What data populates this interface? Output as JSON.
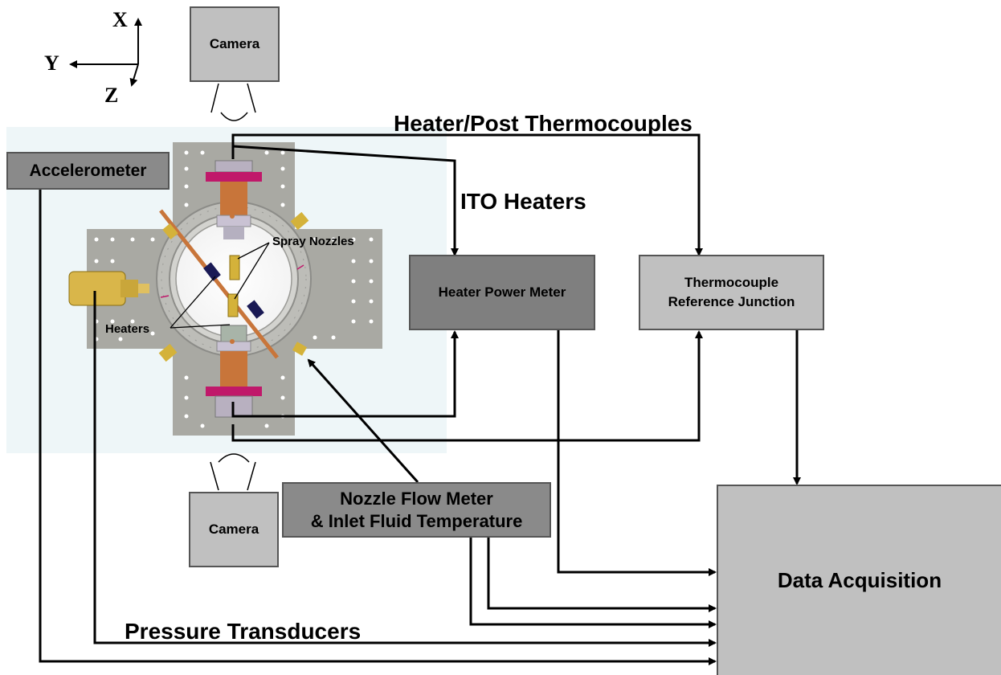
{
  "axes": {
    "x": "X",
    "y": "Y",
    "z": "Z"
  },
  "blocks": {
    "camera_top": "Camera",
    "camera_bottom": "Camera",
    "accelerometer": "Accelerometer",
    "heater_power_meter": "Heater Power Meter",
    "tc_ref_line1": "Thermocouple",
    "tc_ref_line2": "Reference Junction",
    "nozzle_line1": "Nozzle Flow Meter",
    "nozzle_line2": "& Inlet Fluid Temperature",
    "data_acquisition": "Data Acquisition"
  },
  "signals": {
    "heater_post_tc": "Heater/Post Thermocouples",
    "ito_heaters": "ITO Heaters",
    "pressure_transducers": "Pressure Transducers"
  },
  "callouts": {
    "spray_nozzles": "Spray Nozzles",
    "heaters": "Heaters"
  },
  "colors": {
    "plate": "#a9a9a3",
    "dark_box": "#7f7f7f",
    "light_box": "#c0c0c0",
    "copper": "#c8753a",
    "flange": "#c0186a",
    "brass": "#d4b23a"
  }
}
